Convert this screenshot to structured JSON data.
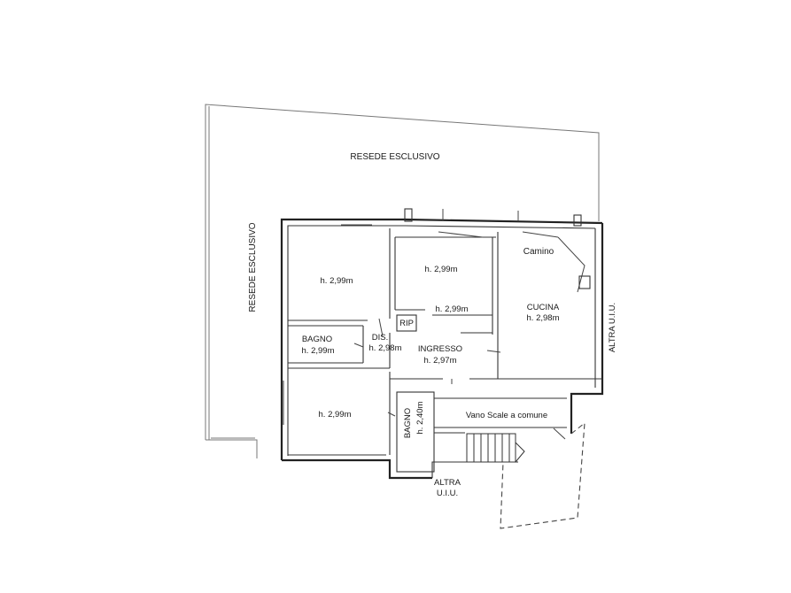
{
  "labels": {
    "resede_top": "RESEDE   ESCLUSIVO",
    "resede_left": "RESEDE   ESCLUSIVO",
    "room1_height": "h. 2,99m",
    "room2_height": "h. 2,99m",
    "camino": "Camino",
    "cucina_name": "CUCINA",
    "cucina_height": "h. 2,98m",
    "altra_uiu_right": "ALTRA U.I.U.",
    "corridor_height": "h. 2,99m",
    "rip": "RIP",
    "bagno1_name": "BAGNO",
    "bagno1_height": "h. 2,99m",
    "dis_name": "DIS.",
    "dis_height": "h. 2,98m",
    "ingresso_name": "INGRESSO",
    "ingresso_height": "h. 2,97m",
    "room3_height": "h. 2,99m",
    "bagno2_name": "BAGNO",
    "bagno2_height": "h. 2,40m",
    "vano_scale": "Vano Scale a comune",
    "altra_bottom_1": "ALTRA",
    "altra_bottom_2": "U.I.U."
  }
}
